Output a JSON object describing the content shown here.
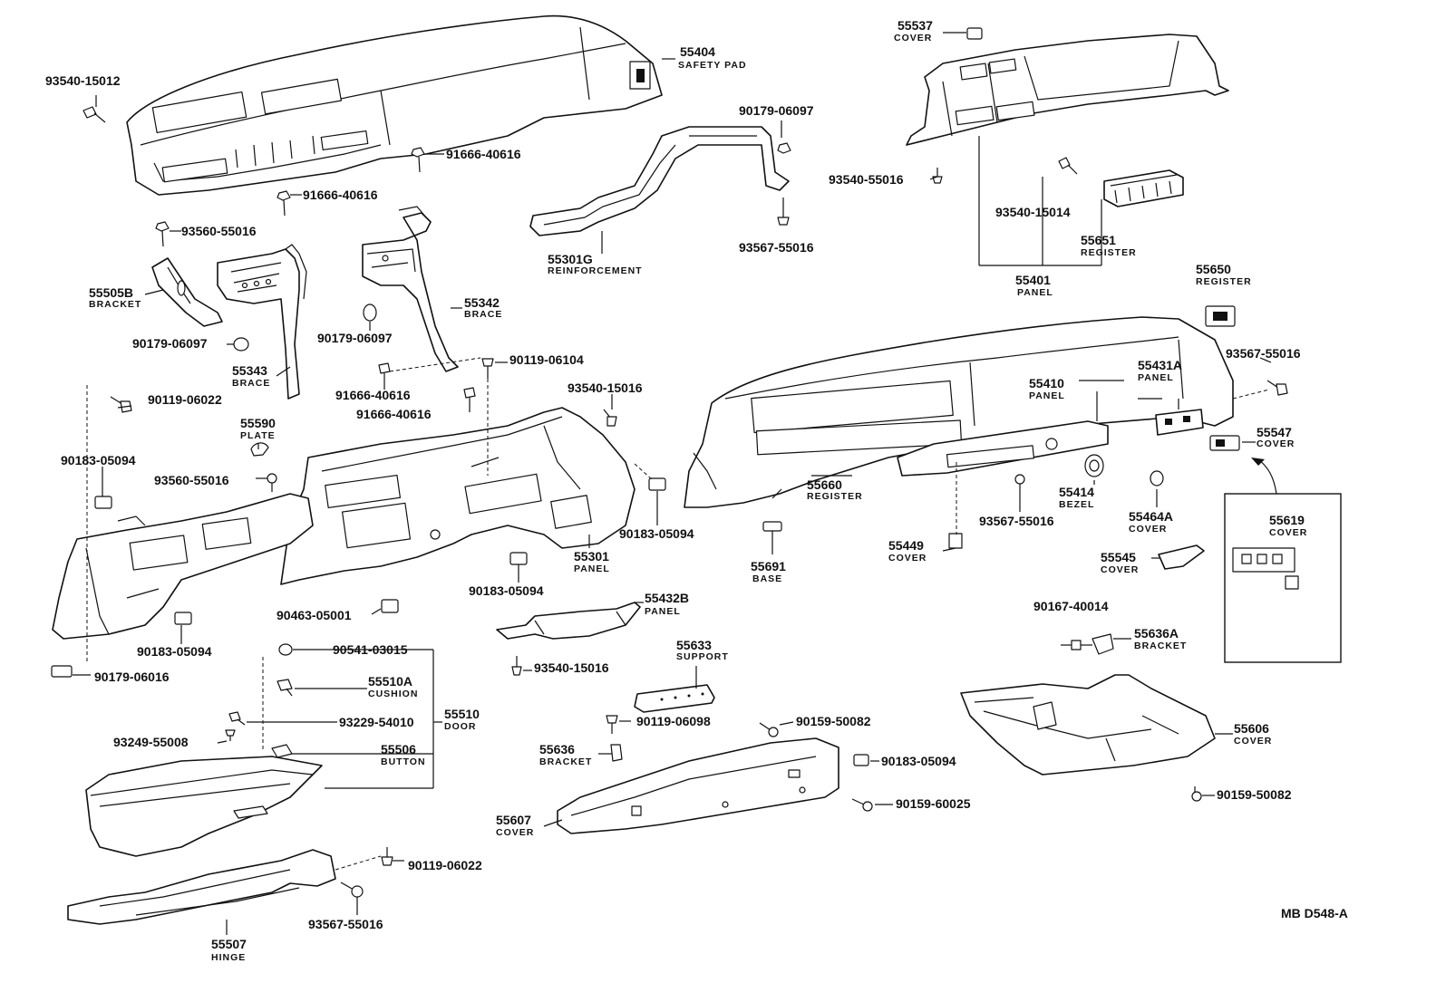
{
  "diagram_code": "MB D548-A",
  "parts": {
    "p55404": {
      "num": "55404",
      "name": "SAFETY PAD"
    },
    "p93540_15012": {
      "num": "93540-15012"
    },
    "p91666_40616_a": {
      "num": "91666-40616"
    },
    "p91666_40616_b": {
      "num": "91666-40616"
    },
    "p93560_55016_a": {
      "num": "93560-55016"
    },
    "p55505B": {
      "num": "55505B",
      "name": "BRACKET"
    },
    "p90179_06097_a": {
      "num": "90179-06097"
    },
    "p55343": {
      "num": "55343",
      "name": "BRACE"
    },
    "p55342": {
      "num": "55342",
      "name": "BRACE"
    },
    "p90179_06097_b": {
      "num": "90179-06097"
    },
    "p91666_40616_c": {
      "num": "91666-40616"
    },
    "p91666_40616_d": {
      "num": "91666-40616"
    },
    "p90119_06104": {
      "num": "90119-06104"
    },
    "p55301G": {
      "num": "55301G",
      "name": "REINFORCEMENT"
    },
    "p90179_06097_c": {
      "num": "90179-06097"
    },
    "p93567_55016_a": {
      "num": "93567-55016"
    },
    "p55537": {
      "num": "55537",
      "name": "COVER"
    },
    "p93540_55016": {
      "num": "93540-55016"
    },
    "p93540_15014": {
      "num": "93540-15014"
    },
    "p55651": {
      "num": "55651",
      "name": "REGISTER"
    },
    "p55401": {
      "num": "55401",
      "name": "PANEL"
    },
    "p55650": {
      "num": "55650",
      "name": "REGISTER"
    },
    "p93567_55016_b": {
      "num": "93567-55016"
    },
    "p55431A": {
      "num": "55431A",
      "name": "PANEL"
    },
    "p55410": {
      "num": "55410",
      "name": "PANEL"
    },
    "p55547": {
      "num": "55547",
      "name": "COVER"
    },
    "p90119_06022_a": {
      "num": "90119-06022"
    },
    "p55590": {
      "num": "55590",
      "name": "PLATE"
    },
    "p90183_05094_a": {
      "num": "90183-05094"
    },
    "p93560_55016_b": {
      "num": "93560-55016"
    },
    "p93540_15016_a": {
      "num": "93540-15016"
    },
    "p90183_05094_b": {
      "num": "90183-05094"
    },
    "p55301": {
      "num": "55301",
      "name": "PANEL"
    },
    "p90183_05094_c": {
      "num": "90183-05094"
    },
    "p90463_05001": {
      "num": "90463-05001"
    },
    "p90183_05094_d": {
      "num": "90183-05094"
    },
    "p90179_06016": {
      "num": "90179-06016"
    },
    "p55660": {
      "num": "55660",
      "name": "REGISTER"
    },
    "p55691": {
      "num": "55691",
      "name": "BASE"
    },
    "p93567_55016_c": {
      "num": "93567-55016"
    },
    "p55414": {
      "num": "55414",
      "name": "BEZEL"
    },
    "p55449": {
      "num": "55449",
      "name": "COVER"
    },
    "p55464A": {
      "num": "55464A",
      "name": "COVER"
    },
    "p55545": {
      "num": "55545",
      "name": "COVER"
    },
    "p55619": {
      "num": "55619",
      "name": "COVER"
    },
    "p55432B": {
      "num": "55432B",
      "name": "PANEL"
    },
    "p93540_15016_b": {
      "num": "93540-15016"
    },
    "p90167_40014": {
      "num": "90167-40014"
    },
    "p55636A": {
      "num": "55636A",
      "name": "BRACKET"
    },
    "p90541_03015": {
      "num": "90541-03015"
    },
    "p55510A": {
      "num": "55510A",
      "name": "CUSHION"
    },
    "p93229_54010": {
      "num": "93229-54010"
    },
    "p55510": {
      "num": "55510",
      "name": "DOOR"
    },
    "p93249_55008": {
      "num": "93249-55008"
    },
    "p55506": {
      "num": "55506",
      "name": "BUTTON"
    },
    "p55633": {
      "num": "55633",
      "name": "SUPPORT"
    },
    "p90119_06098": {
      "num": "90119-06098"
    },
    "p90159_50082_a": {
      "num": "90159-50082"
    },
    "p55636": {
      "num": "55636",
      "name": "BRACKET"
    },
    "p90183_05094_e": {
      "num": "90183-05094"
    },
    "p55606": {
      "num": "55606",
      "name": "COVER"
    },
    "p90159_60025": {
      "num": "90159-60025"
    },
    "p55607": {
      "num": "55607",
      "name": "COVER"
    },
    "p90159_50082_b": {
      "num": "90159-50082"
    },
    "p90119_06022_b": {
      "num": "90119-06022"
    },
    "p93567_55016_d": {
      "num": "93567-55016"
    },
    "p55507": {
      "num": "55507",
      "name": "HINGE"
    }
  }
}
